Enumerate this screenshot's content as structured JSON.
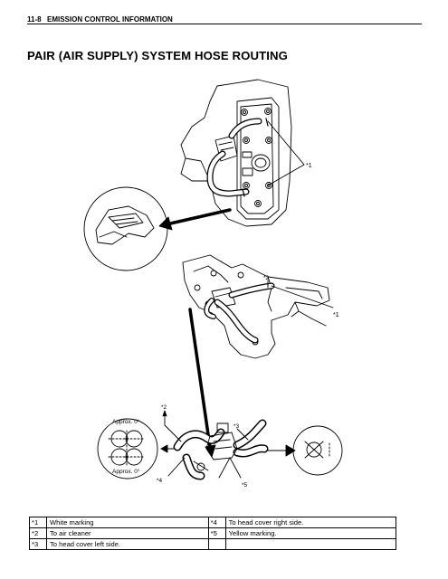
{
  "header": {
    "page_number": "11-8",
    "section": "EMISSION CONTROL INFORMATION"
  },
  "title": "PAIR (AIR SUPPLY) SYSTEM HOSE ROUTING",
  "figure": {
    "callouts": {
      "c1_top": "*1",
      "c2_mid": "*2",
      "c1_mid": "*1",
      "c2_bot": "*2",
      "c3": "*3",
      "c4": "*4",
      "c5": "*5"
    },
    "approx_top": "Approx. 0°",
    "approx_bottom": "Approx. 0°"
  },
  "legend": {
    "rows": [
      {
        "k1": "*1",
        "v1": "White marking",
        "k2": "*4",
        "v2": "To head cover right side."
      },
      {
        "k1": "*2",
        "v1": "To air cleaner",
        "k2": "*5",
        "v2": "Yellow marking."
      },
      {
        "k1": "*3",
        "v1": "To head cover left side.",
        "k2": "",
        "v2": ""
      }
    ]
  }
}
